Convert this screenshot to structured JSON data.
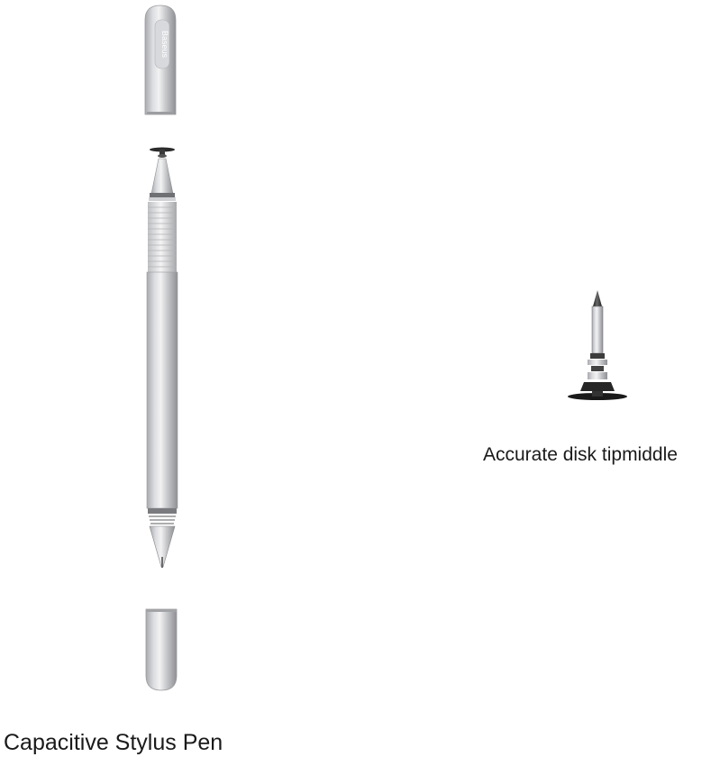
{
  "captions": {
    "main": "Capacitive Stylus Pen",
    "tip": "Accurate disk tipmiddle"
  },
  "brand_mark": "Baseus",
  "colors": {
    "background": "#ffffff",
    "metal_light": "#e6e6e8",
    "metal_mid": "#b9babd",
    "metal_dark": "#8c8d91",
    "tip_black": "#2a2a2a"
  }
}
